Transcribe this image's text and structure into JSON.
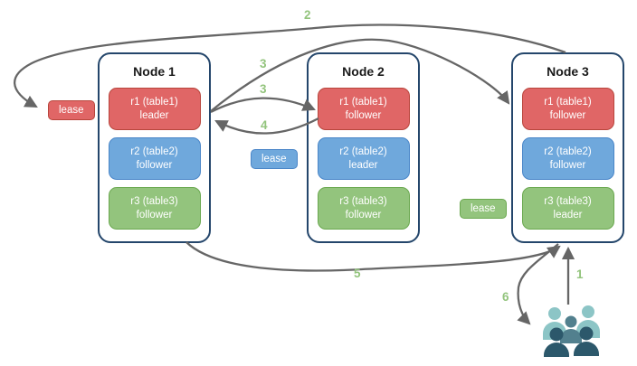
{
  "nodes": [
    {
      "title": "Node 1",
      "ranges": [
        {
          "label": "r1 (table1)",
          "role": "leader",
          "color_key": "red"
        },
        {
          "label": "r2 (table2)",
          "role": "follower",
          "color_key": "blue"
        },
        {
          "label": "r3 (table3)",
          "role": "follower",
          "color_key": "green"
        }
      ]
    },
    {
      "title": "Node 2",
      "ranges": [
        {
          "label": "r1 (table1)",
          "role": "follower",
          "color_key": "red"
        },
        {
          "label": "r2 (table2)",
          "role": "leader",
          "color_key": "blue"
        },
        {
          "label": "r3 (table3)",
          "role": "follower",
          "color_key": "green"
        }
      ]
    },
    {
      "title": "Node 3",
      "ranges": [
        {
          "label": "r1 (table1)",
          "role": "follower",
          "color_key": "red"
        },
        {
          "label": "r2 (table2)",
          "role": "follower",
          "color_key": "blue"
        },
        {
          "label": "r3 (table3)",
          "role": "leader",
          "color_key": "green"
        }
      ]
    }
  ],
  "leases": [
    {
      "label": "lease",
      "color_key": "red"
    },
    {
      "label": "lease",
      "color_key": "blue"
    },
    {
      "label": "lease",
      "color_key": "green"
    }
  ],
  "steps": [
    {
      "label": "1"
    },
    {
      "label": "2"
    },
    {
      "label": "3"
    },
    {
      "label": "3"
    },
    {
      "label": "4"
    },
    {
      "label": "5"
    },
    {
      "label": "6"
    }
  ],
  "icons": {
    "users": "users-group-icon"
  },
  "colors": {
    "red_fill": "#e06666",
    "red_border": "#b8453c",
    "blue_fill": "#6fa8dc",
    "blue_border": "#4a86c8",
    "green_fill": "#93c47d",
    "green_border": "#6aa84f",
    "node_border": "#24466b",
    "arrow": "#666666",
    "step_label": "#93c47d",
    "users_light": "#8cc5c6",
    "users_mid": "#52808e",
    "users_dark": "#2c586b"
  }
}
